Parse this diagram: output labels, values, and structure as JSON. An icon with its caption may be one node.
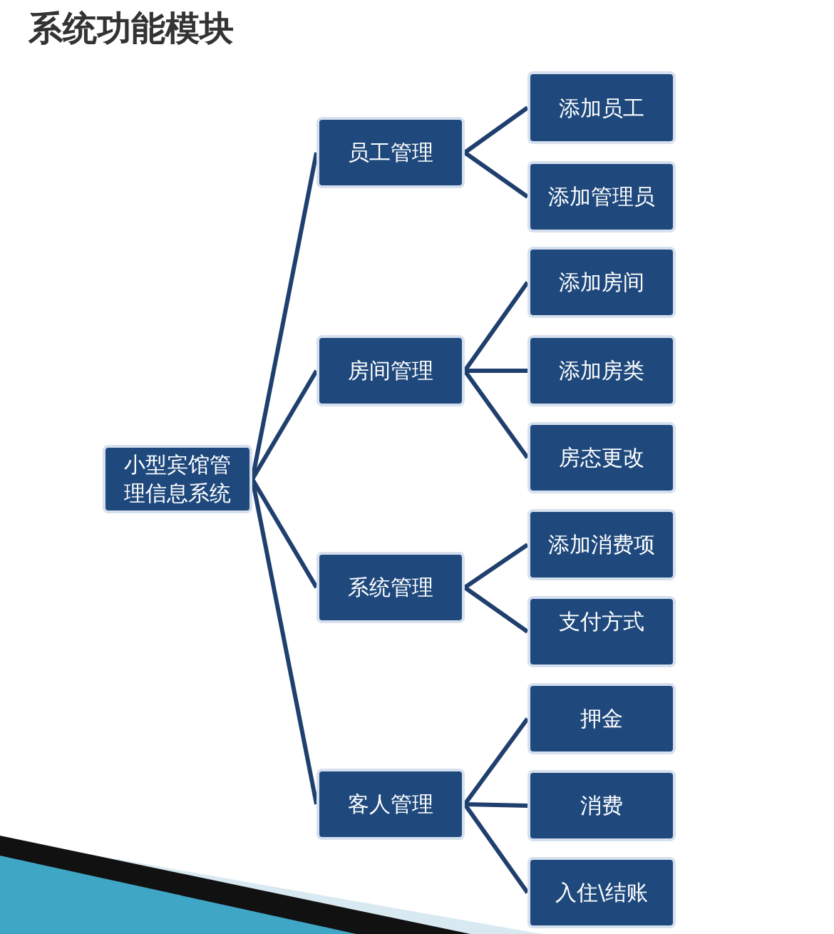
{
  "diagram": {
    "title": "系统功能模块",
    "nodes": [
      {
        "text": [
          "小型宾馆管理信息系统"
        ]
      },
      {
        "text": [
          "员工管理"
        ]
      },
      {
        "text": [
          "房间管理"
        ]
      },
      {
        "text": [
          "系统管理"
        ]
      },
      {
        "text": [
          "客人管理"
        ]
      },
      {
        "text": [
          "添加员工"
        ]
      },
      {
        "text": [
          "添加管理员"
        ]
      },
      {
        "text": [
          "添加房间"
        ]
      },
      {
        "text": [
          "添加房类"
        ]
      },
      {
        "text": [
          "房态更改"
        ]
      },
      {
        "text": [
          "添加消费项"
        ]
      },
      {
        "text": [
          "支付方式"
        ]
      },
      {
        "text": [
          "押金"
        ]
      },
      {
        "text": [
          "消费"
        ]
      },
      {
        "text": [
          "入住\\结账"
        ]
      }
    ],
    "edges": [
      {
        "from": 0,
        "to": 1,
        "arrow": "none"
      },
      {
        "from": 0,
        "to": 2,
        "arrow": "none"
      },
      {
        "from": 0,
        "to": 3,
        "arrow": "none"
      },
      {
        "from": 0,
        "to": 4,
        "arrow": "none"
      },
      {
        "from": 1,
        "to": 5,
        "arrow": "none"
      },
      {
        "from": 1,
        "to": 6,
        "arrow": "none"
      },
      {
        "from": 2,
        "to": 7,
        "arrow": "none"
      },
      {
        "from": 2,
        "to": 8,
        "arrow": "none"
      },
      {
        "from": 2,
        "to": 9,
        "arrow": "none"
      },
      {
        "from": 3,
        "to": 10,
        "arrow": "none"
      },
      {
        "from": 3,
        "to": 11,
        "arrow": "none"
      },
      {
        "from": 4,
        "to": 12,
        "arrow": "none"
      },
      {
        "from": 4,
        "to": 13,
        "arrow": "none"
      },
      {
        "from": 4,
        "to": 14,
        "arrow": "none"
      }
    ]
  }
}
